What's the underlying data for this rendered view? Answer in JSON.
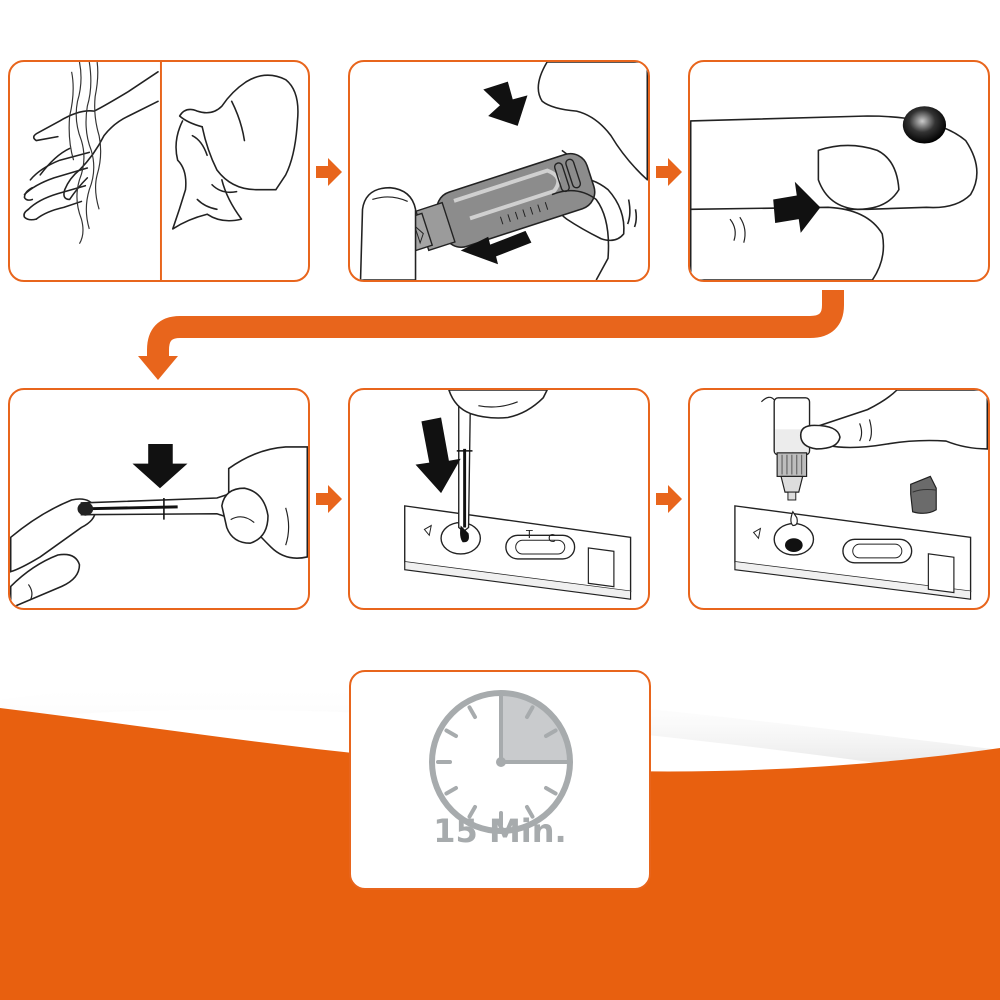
{
  "colors": {
    "accent": "#e8651c",
    "outline": "#222222",
    "device_gray": "#8c8c8c",
    "clock_gray": "#a7abad"
  },
  "steps": [
    {
      "id": 1,
      "icon": "hand-washing-icon"
    },
    {
      "id": 2,
      "icon": "lancet-icon"
    },
    {
      "id": 3,
      "icon": "blood-drop-finger-icon"
    },
    {
      "id": 4,
      "icon": "capillary-pipette-icon"
    },
    {
      "id": 5,
      "icon": "sample-well-drop-icon"
    },
    {
      "id": 6,
      "icon": "buffer-bottle-icon"
    }
  ],
  "cassette": {
    "test_label": "T",
    "control_label": "C"
  },
  "timer": {
    "icon": "clock-icon",
    "label": "15 Min."
  }
}
